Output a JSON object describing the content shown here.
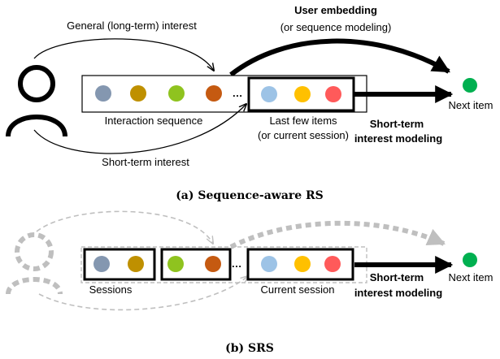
{
  "colors": {
    "dot_slate": "#8497b0",
    "dot_olive": "#bf9000",
    "dot_green_light": "#8fc31f",
    "dot_rust": "#c55a11",
    "dot_sky": "#9dc3e6",
    "dot_gold": "#ffc000",
    "dot_red": "#ff5a5a",
    "next_item": "#00b050",
    "faded": "#bfbfbf"
  },
  "panel_a": {
    "general_interest": "General (long-term) interest",
    "user_embedding": "User embedding",
    "sequence_modeling": "(or sequence modeling)",
    "ellipsis": "…",
    "interaction_sequence": "Interaction sequence",
    "last_few_items": "Last few items",
    "or_current_session": "(or current session)",
    "short_term_interest": "Short-term interest",
    "short_term_line1": "Short-term",
    "short_term_line2": "interest modeling",
    "next_item": "Next item",
    "caption": "(a) Sequence-aware RS"
  },
  "panel_b": {
    "ellipsis": "…",
    "sessions": "Sessions",
    "current_session": "Current session",
    "short_term_line1": "Short-term",
    "short_term_line2": "interest modeling",
    "next_item": "Next item",
    "caption": "(b) SRS"
  }
}
